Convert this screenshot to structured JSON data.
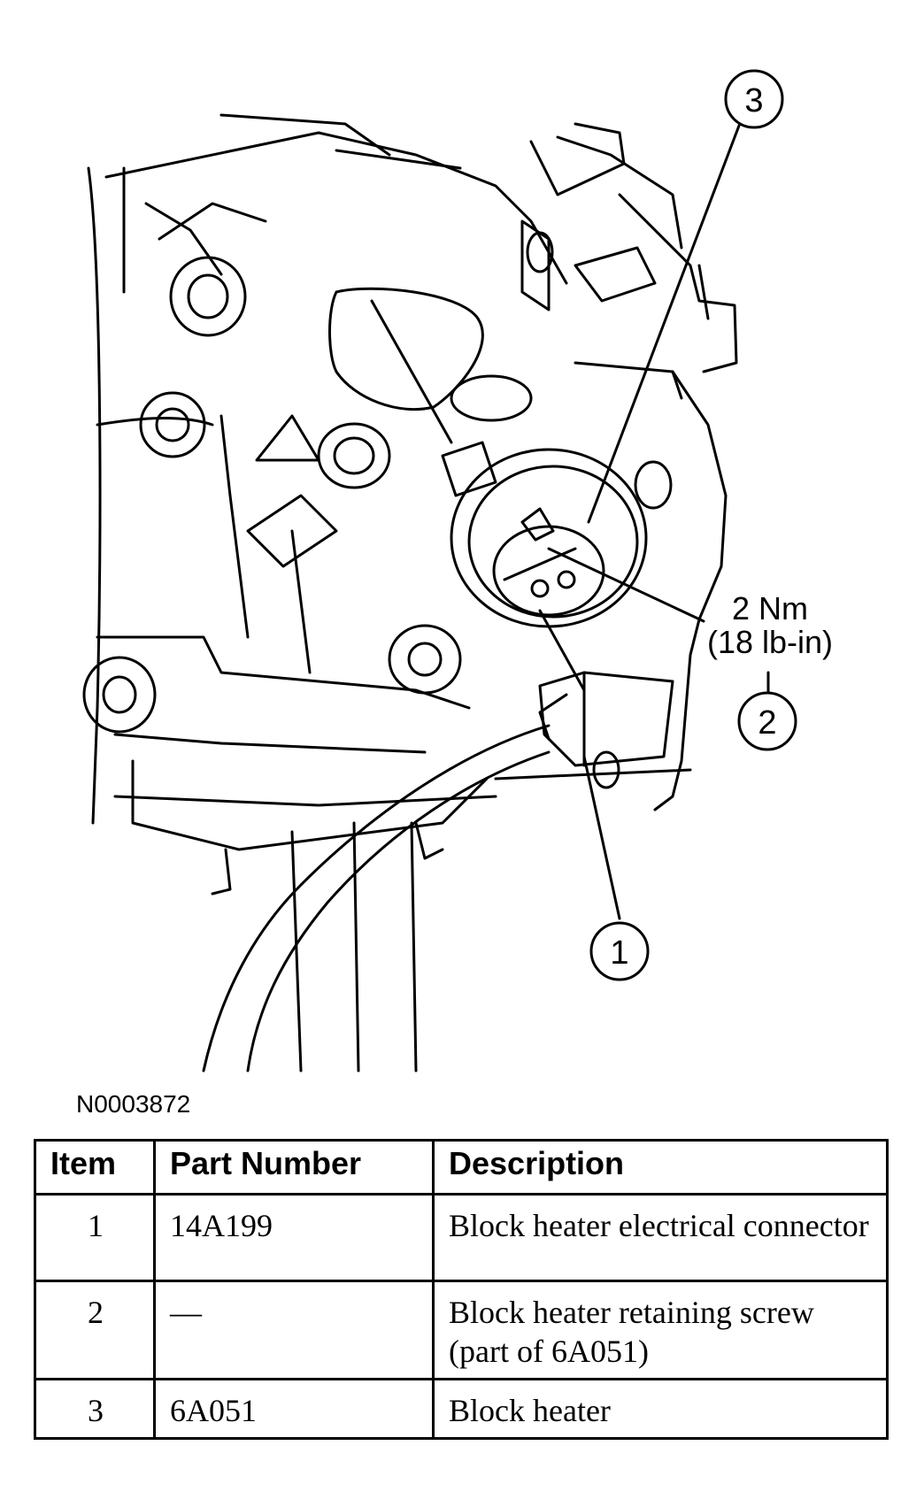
{
  "figure": {
    "callouts": [
      "3",
      "2",
      "1"
    ],
    "torque_line1": "2 Nm",
    "torque_line2": "(18 lb-in)",
    "figure_id": "N0003872"
  },
  "table": {
    "headers": [
      "Item",
      "Part Number",
      "Description"
    ],
    "rows": [
      {
        "item": "1",
        "part_number": "14A199",
        "description": "Block heater electrical connector"
      },
      {
        "item": "2",
        "part_number": "—",
        "description": "Block heater retaining screw (part of 6A051)"
      },
      {
        "item": "3",
        "part_number": "6A051",
        "description": "Block heater"
      }
    ]
  }
}
